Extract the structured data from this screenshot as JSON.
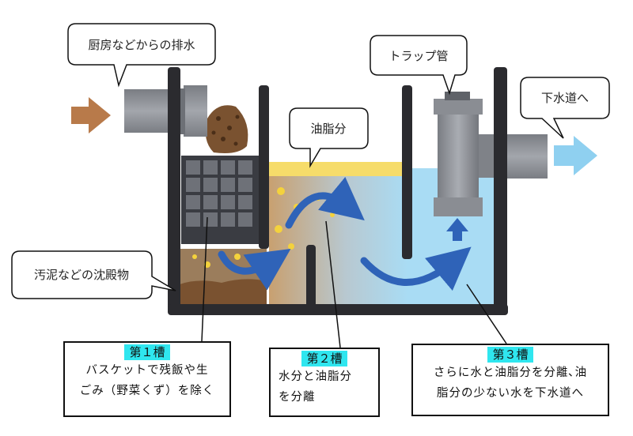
{
  "bubbles": {
    "kitchen_drain": "厨房などからの排水",
    "trap_pipe": "トラップ管",
    "oil": "油脂分",
    "sewer": "下水道へ",
    "sludge": "汚泥などの沈殿物"
  },
  "tanks": [
    {
      "title": "第１槽",
      "lines": [
        "バスケットで残飯や生",
        "ごみ（野菜くず）を除く"
      ]
    },
    {
      "title": "第２槽",
      "lines": [
        "水分と油脂分",
        "を分離"
      ]
    },
    {
      "title": "第３槽",
      "lines": [
        "さらに水と油脂分を分離､油",
        "脂分の少ない水を下水道へ"
      ]
    }
  ],
  "colors": {
    "wall": "#2b2b2f",
    "water": "#a9dcf4",
    "oil": "#f6dc6a",
    "sludge": "#7a5230",
    "pipe": "#8a8d93",
    "arrow_in": "#b87a4a",
    "arrow_out": "#8fd0f0",
    "flow_arrow": "#2f63b8",
    "label_highlight": "#2fe6ef"
  }
}
